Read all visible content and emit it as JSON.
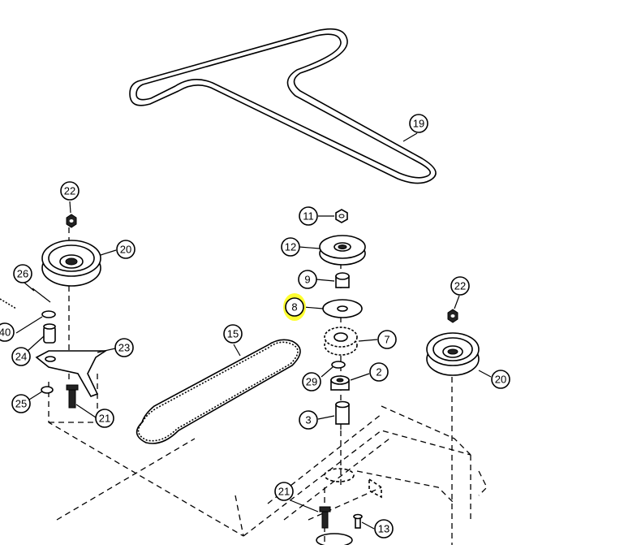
{
  "callouts": {
    "c19": "19",
    "c22a": "22",
    "c20a": "20",
    "c26": "26",
    "c40": "40",
    "c24": "24",
    "c23": "23",
    "c25": "25",
    "c21a": "21",
    "c11": "11",
    "c12": "12",
    "c9": "9",
    "c8": "8",
    "c7": "7",
    "c15": "15",
    "c29": "29",
    "c2": "2",
    "c3": "3",
    "c22b": "22",
    "c20b": "20",
    "c21b": "21",
    "c13": "13"
  },
  "colors": {
    "highlight": "#ffff33",
    "ink": "#000000",
    "paper": "#ffffff"
  }
}
